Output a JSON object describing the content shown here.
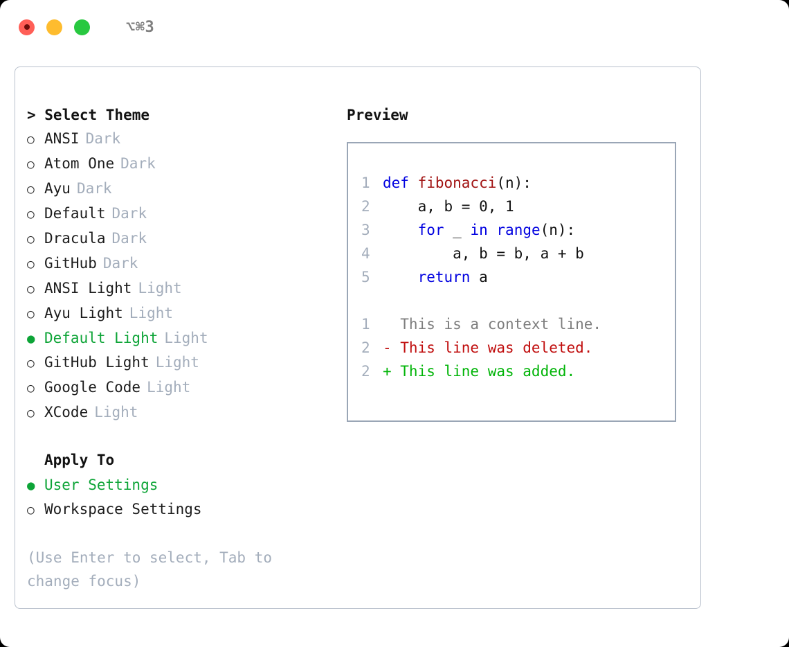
{
  "titlebar": {
    "lights": [
      "close-red",
      "minimize-yellow",
      "maximize-green"
    ],
    "shortcut": "⌥⌘3"
  },
  "theme_picker": {
    "heading": "> Select Theme",
    "bullet_unselected": "○",
    "bullet_selected": "●",
    "items": [
      {
        "name": "ANSI",
        "category": "Dark",
        "selected": false
      },
      {
        "name": "Atom One",
        "category": "Dark",
        "selected": false
      },
      {
        "name": "Ayu",
        "category": "Dark",
        "selected": false
      },
      {
        "name": "Default",
        "category": "Dark",
        "selected": false
      },
      {
        "name": "Dracula",
        "category": "Dark",
        "selected": false
      },
      {
        "name": "GitHub",
        "category": "Dark",
        "selected": false
      },
      {
        "name": "ANSI Light",
        "category": "Light",
        "selected": false
      },
      {
        "name": "Ayu Light",
        "category": "Light",
        "selected": false
      },
      {
        "name": "Default Light",
        "category": "Light",
        "selected": true
      },
      {
        "name": "GitHub Light",
        "category": "Light",
        "selected": false
      },
      {
        "name": "Google Code",
        "category": "Light",
        "selected": false
      },
      {
        "name": "XCode",
        "category": "Light",
        "selected": false
      }
    ]
  },
  "apply_to": {
    "heading": "Apply To",
    "items": [
      {
        "name": "User Settings",
        "selected": true
      },
      {
        "name": "Workspace Settings",
        "selected": false
      }
    ]
  },
  "help_text": "(Use Enter to select, Tab to change focus)",
  "preview": {
    "title": "Preview",
    "code_lines": [
      {
        "no": "1",
        "tokens": [
          {
            "t": "def ",
            "c": "kw"
          },
          {
            "t": "fibonacci",
            "c": "fn"
          },
          {
            "t": "(n):",
            "c": "pl"
          }
        ]
      },
      {
        "no": "2",
        "tokens": [
          {
            "t": "    a, b = 0, 1",
            "c": "pl"
          }
        ]
      },
      {
        "no": "3",
        "tokens": [
          {
            "t": "    ",
            "c": "pl"
          },
          {
            "t": "for",
            "c": "kw"
          },
          {
            "t": " _ ",
            "c": "pl"
          },
          {
            "t": "in",
            "c": "kw"
          },
          {
            "t": " ",
            "c": "pl"
          },
          {
            "t": "range",
            "c": "kw"
          },
          {
            "t": "(n):",
            "c": "pl"
          }
        ]
      },
      {
        "no": "4",
        "tokens": [
          {
            "t": "        a, b = b, a + b",
            "c": "pl"
          }
        ]
      },
      {
        "no": "5",
        "tokens": [
          {
            "t": "    ",
            "c": "pl"
          },
          {
            "t": "return",
            "c": "kw"
          },
          {
            "t": " a",
            "c": "pl"
          }
        ]
      }
    ],
    "diff_lines": [
      {
        "no": "1",
        "marker": " ",
        "text": " This is a context line.",
        "kind": "ctx"
      },
      {
        "no": "2",
        "marker": "-",
        "text": " This line was deleted.",
        "kind": "del"
      },
      {
        "no": "2",
        "marker": "+",
        "text": " This line was added.",
        "kind": "add"
      }
    ]
  },
  "colors": {
    "accent_green": "#0da437",
    "keyword_blue": "#0000e0",
    "function_red": "#a11212",
    "diff_delete": "#c00d0d",
    "diff_add": "#00b407",
    "muted_gray": "#a3adbb",
    "border_gray": "#9aa6b6"
  }
}
